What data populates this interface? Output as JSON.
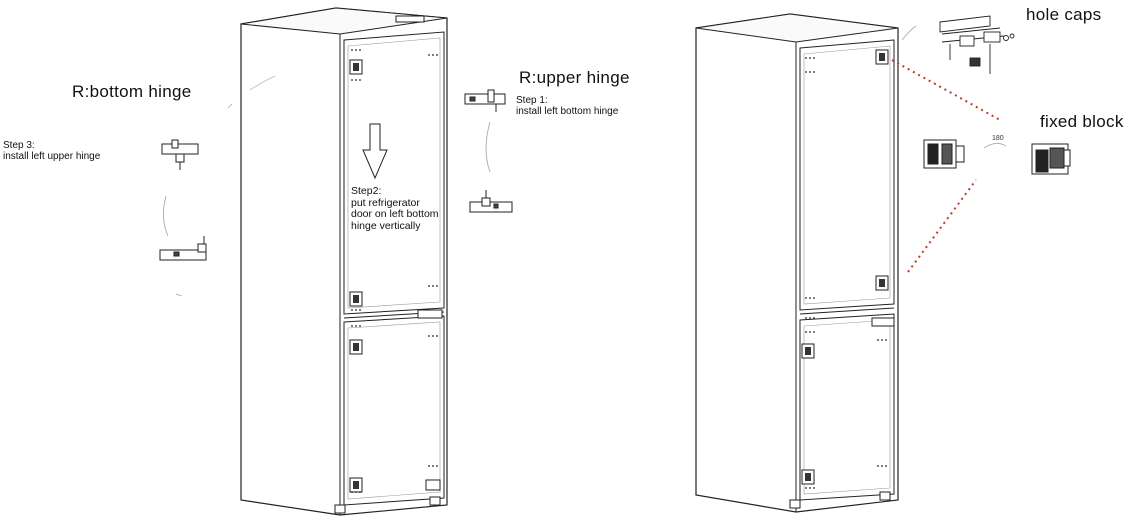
{
  "labels": {
    "bottom_hinge_title": "R:bottom hinge",
    "upper_hinge_title": "R:upper hinge",
    "step1_title": "Step 1:",
    "step1_text": "install left bottom hinge",
    "step2_title": "Step2:",
    "step2_line1": "put refrigerator",
    "step2_line2": "door on left bottom",
    "step2_line3": "hinge vertically",
    "step3_title": "Step 3:",
    "step3_text": "install left upper hinge",
    "hole_caps": "hole caps",
    "fixed_block": "fixed block",
    "angle": "180"
  },
  "colors": {
    "line": "#222222",
    "dotted_leader": "#c0392b"
  }
}
